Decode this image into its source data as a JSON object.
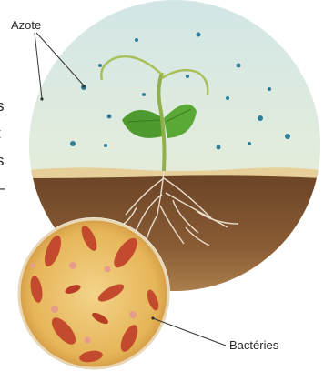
{
  "labels": {
    "azote": "Azote",
    "bacteries": "Bactéries"
  },
  "clipped_text": [
    "s",
    "t",
    "s",
    "–"
  ]
}
